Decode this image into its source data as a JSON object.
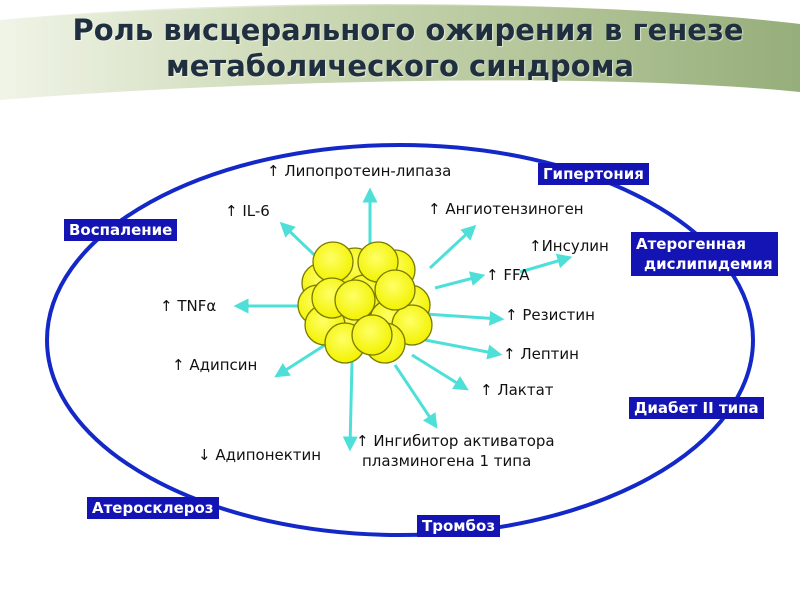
{
  "title": {
    "line1": "Роль висцерального ожирения в генезе",
    "line2": "метаболического синдрома"
  },
  "colors": {
    "oval": "#1428c8",
    "arrow": "#4ee0d8",
    "cell_fill": "#ffff00",
    "cell_stroke": "#7a7a00",
    "box_bg": "#1414b4",
    "box_text": "#ffffff"
  },
  "mediators": {
    "lpl": "↑ Липопротеин-липаза",
    "il6": "↑ IL-6",
    "angiotensinogen": "↑ Ангиотензиноген",
    "insulin": "↑Инсулин",
    "ffa": "↑ FFA",
    "tnf": "↑ TNFα",
    "resistin": "↑ Резистин",
    "leptin": "↑ Лептин",
    "adipsin": "↑ Адипсин",
    "lactate": "↑ Лактат",
    "adiponectin": "↓ Адипонектин",
    "pai1_line1": "↑ Ингибитор активатора",
    "pai1_line2": "плазминогена 1 типа"
  },
  "outcomes": {
    "hypertension": "Гипертония",
    "inflammation": "Воспаление",
    "dyslipidemia_line1": "Атерогенная",
    "dyslipidemia_line2": "дислипидемия",
    "diabetes": "Диабет II типа",
    "atherosclerosis": "Атеросклероз",
    "thrombosis": "Тромбоз"
  }
}
